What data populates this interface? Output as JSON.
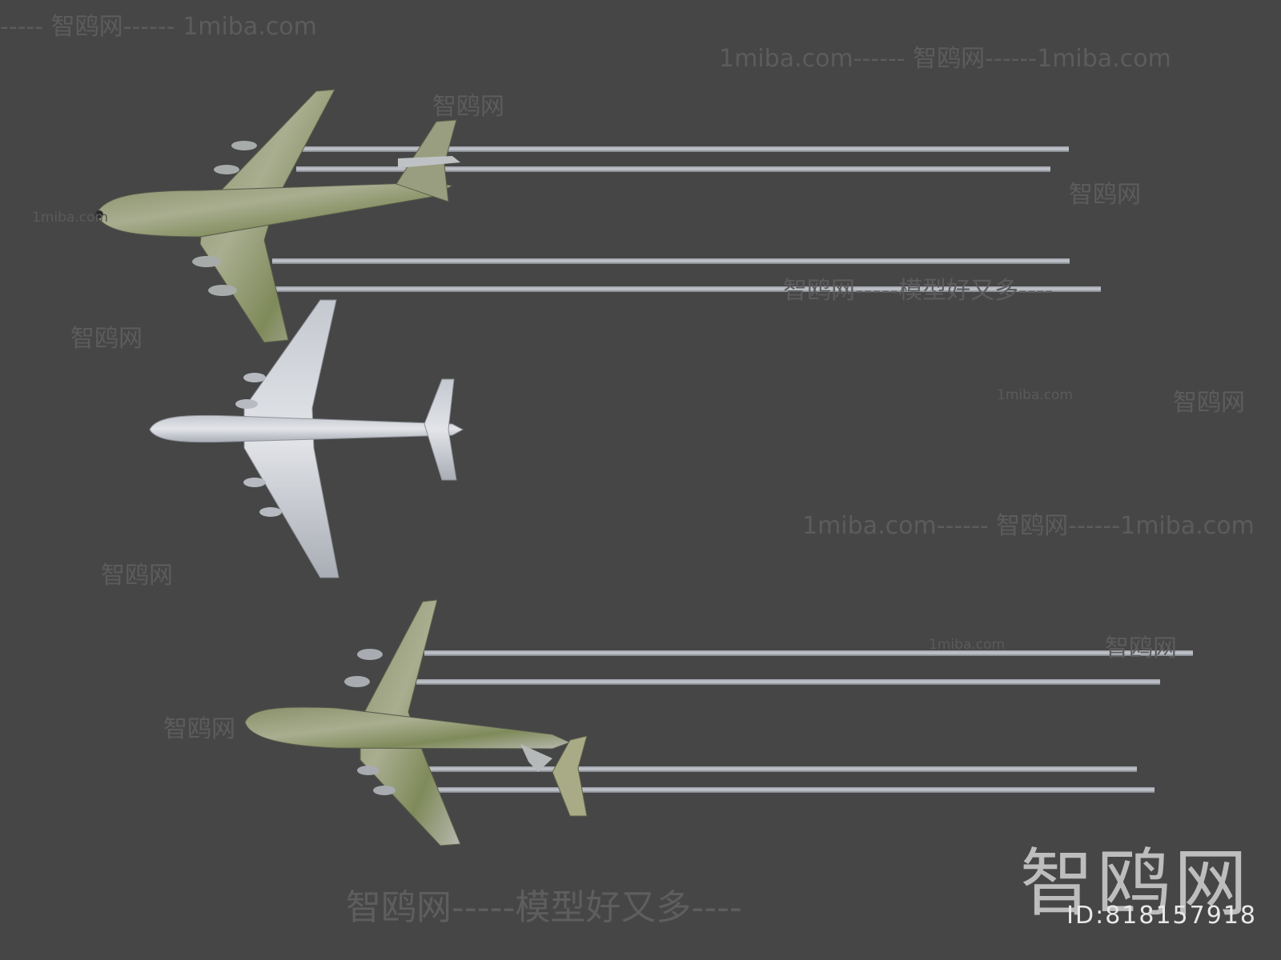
{
  "watermark": {
    "brand_cn": "智鸥网",
    "domain": "1miba.com",
    "slogan_line": "智鸥网-----模型好又多----",
    "dash_line_a": "----- 智鸥网------ 1miba.com",
    "dash_line_b": "1miba.com------ 智鸥网------1miba.com",
    "logo_text": "智鸥网",
    "id_text": "ID:818157918"
  },
  "scene": {
    "background": "#464646",
    "planes": [
      {
        "view": "top",
        "livery": "camouflage"
      },
      {
        "view": "bottom",
        "livery": "grey"
      },
      {
        "view": "top-angled",
        "livery": "camouflage"
      }
    ]
  }
}
